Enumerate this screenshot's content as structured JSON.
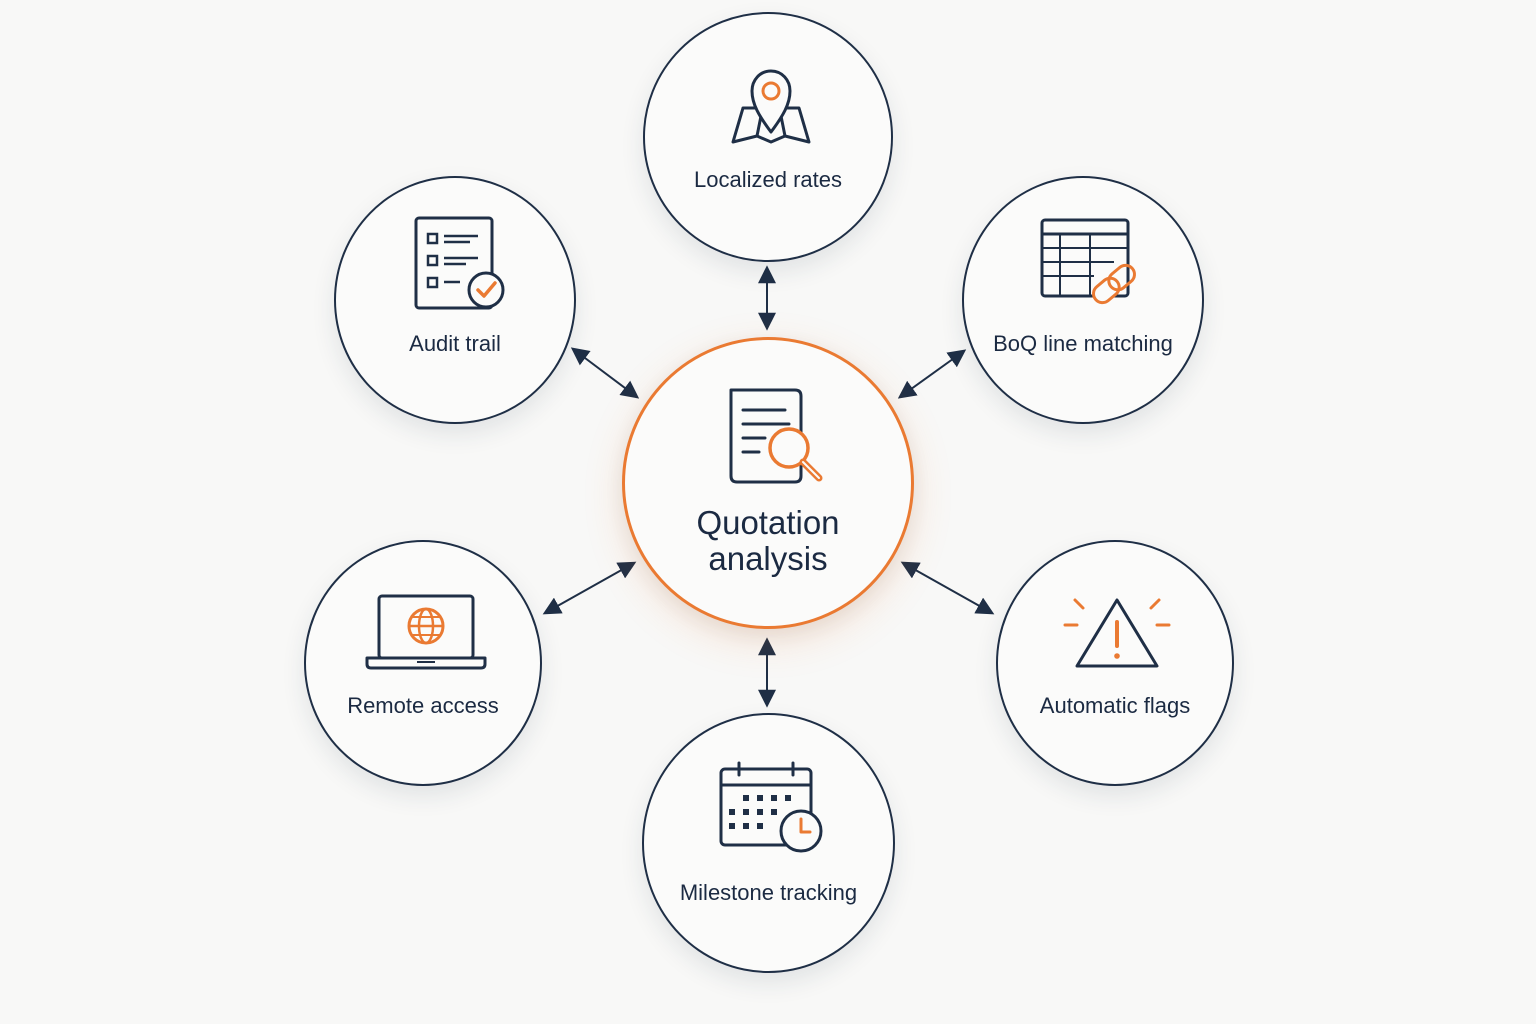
{
  "diagram": {
    "center": {
      "label_line1": "Quotation",
      "label_line2": "analysis",
      "icon": "document-search-icon"
    },
    "nodes": [
      {
        "id": "localized-rates",
        "label": "Localized rates",
        "icon": "map-pin-icon"
      },
      {
        "id": "boq-line-matching",
        "label": "BoQ line matching",
        "icon": "spreadsheet-link-icon"
      },
      {
        "id": "automatic-flags",
        "label": "Automatic flags",
        "icon": "warning-icon"
      },
      {
        "id": "milestone-tracking",
        "label": "Milestone tracking",
        "icon": "calendar-clock-icon"
      },
      {
        "id": "remote-access",
        "label": "Remote access",
        "icon": "laptop-globe-icon"
      },
      {
        "id": "audit-trail",
        "label": "Audit trail",
        "icon": "checklist-icon"
      }
    ],
    "connections": "bidirectional",
    "colors": {
      "outline": "#1f2f46",
      "accent": "#ea7a32",
      "background": "#f8f8f7",
      "text": "#1b2a42"
    }
  }
}
